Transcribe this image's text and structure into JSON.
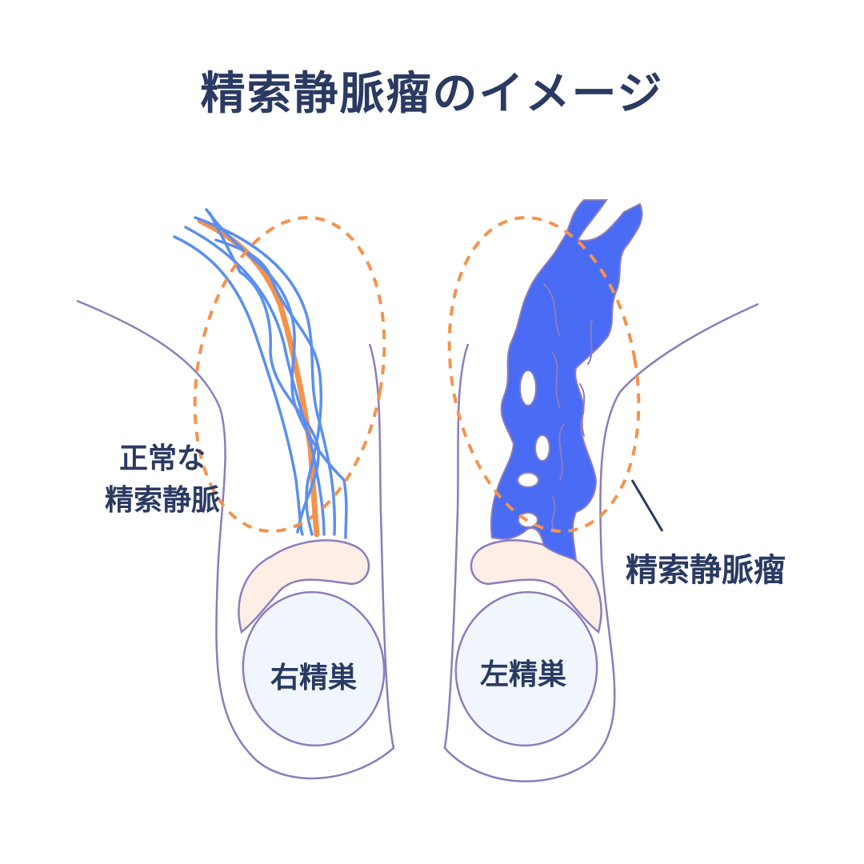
{
  "title": "精索静脈瘤のイメージ",
  "labels": {
    "normal_line1": "正常な",
    "normal_line2": "精索静脈",
    "varicocele": "精索静脈瘤",
    "right_testis": "右精巣",
    "left_testis": "左精巣"
  },
  "colors": {
    "text": "#2b3a62",
    "outline": "#8c7dbd",
    "vein_normal": "#5b8ff0",
    "vein_dilated": "#4a6cf5",
    "artery": "#f5924d",
    "dashed_circle": "#f5924d",
    "testis_fill": "#f1f6fc",
    "epididymis_fill": "#fdeee6"
  }
}
